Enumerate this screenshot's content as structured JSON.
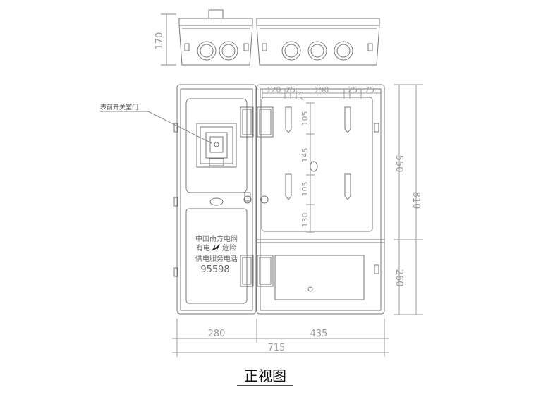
{
  "dimensions": {
    "side_height": "170",
    "total_width": "715",
    "left_width": "280",
    "right_width": "435",
    "total_height": "810",
    "upper_height": "550",
    "lower_height": "260",
    "top_offsets": [
      "120",
      "25",
      "25",
      "190",
      "25",
      "75"
    ],
    "vertical_spacing": [
      "105",
      "145",
      "105",
      "130"
    ]
  },
  "labels": {
    "meter_switch_door": "表前开关室门",
    "warning_line1": "中国南方电网",
    "warning_line2a": "有电",
    "warning_line2b": "危险",
    "warning_line3": "供电服务电话",
    "phone_number": "95598"
  },
  "caption": "正视图"
}
